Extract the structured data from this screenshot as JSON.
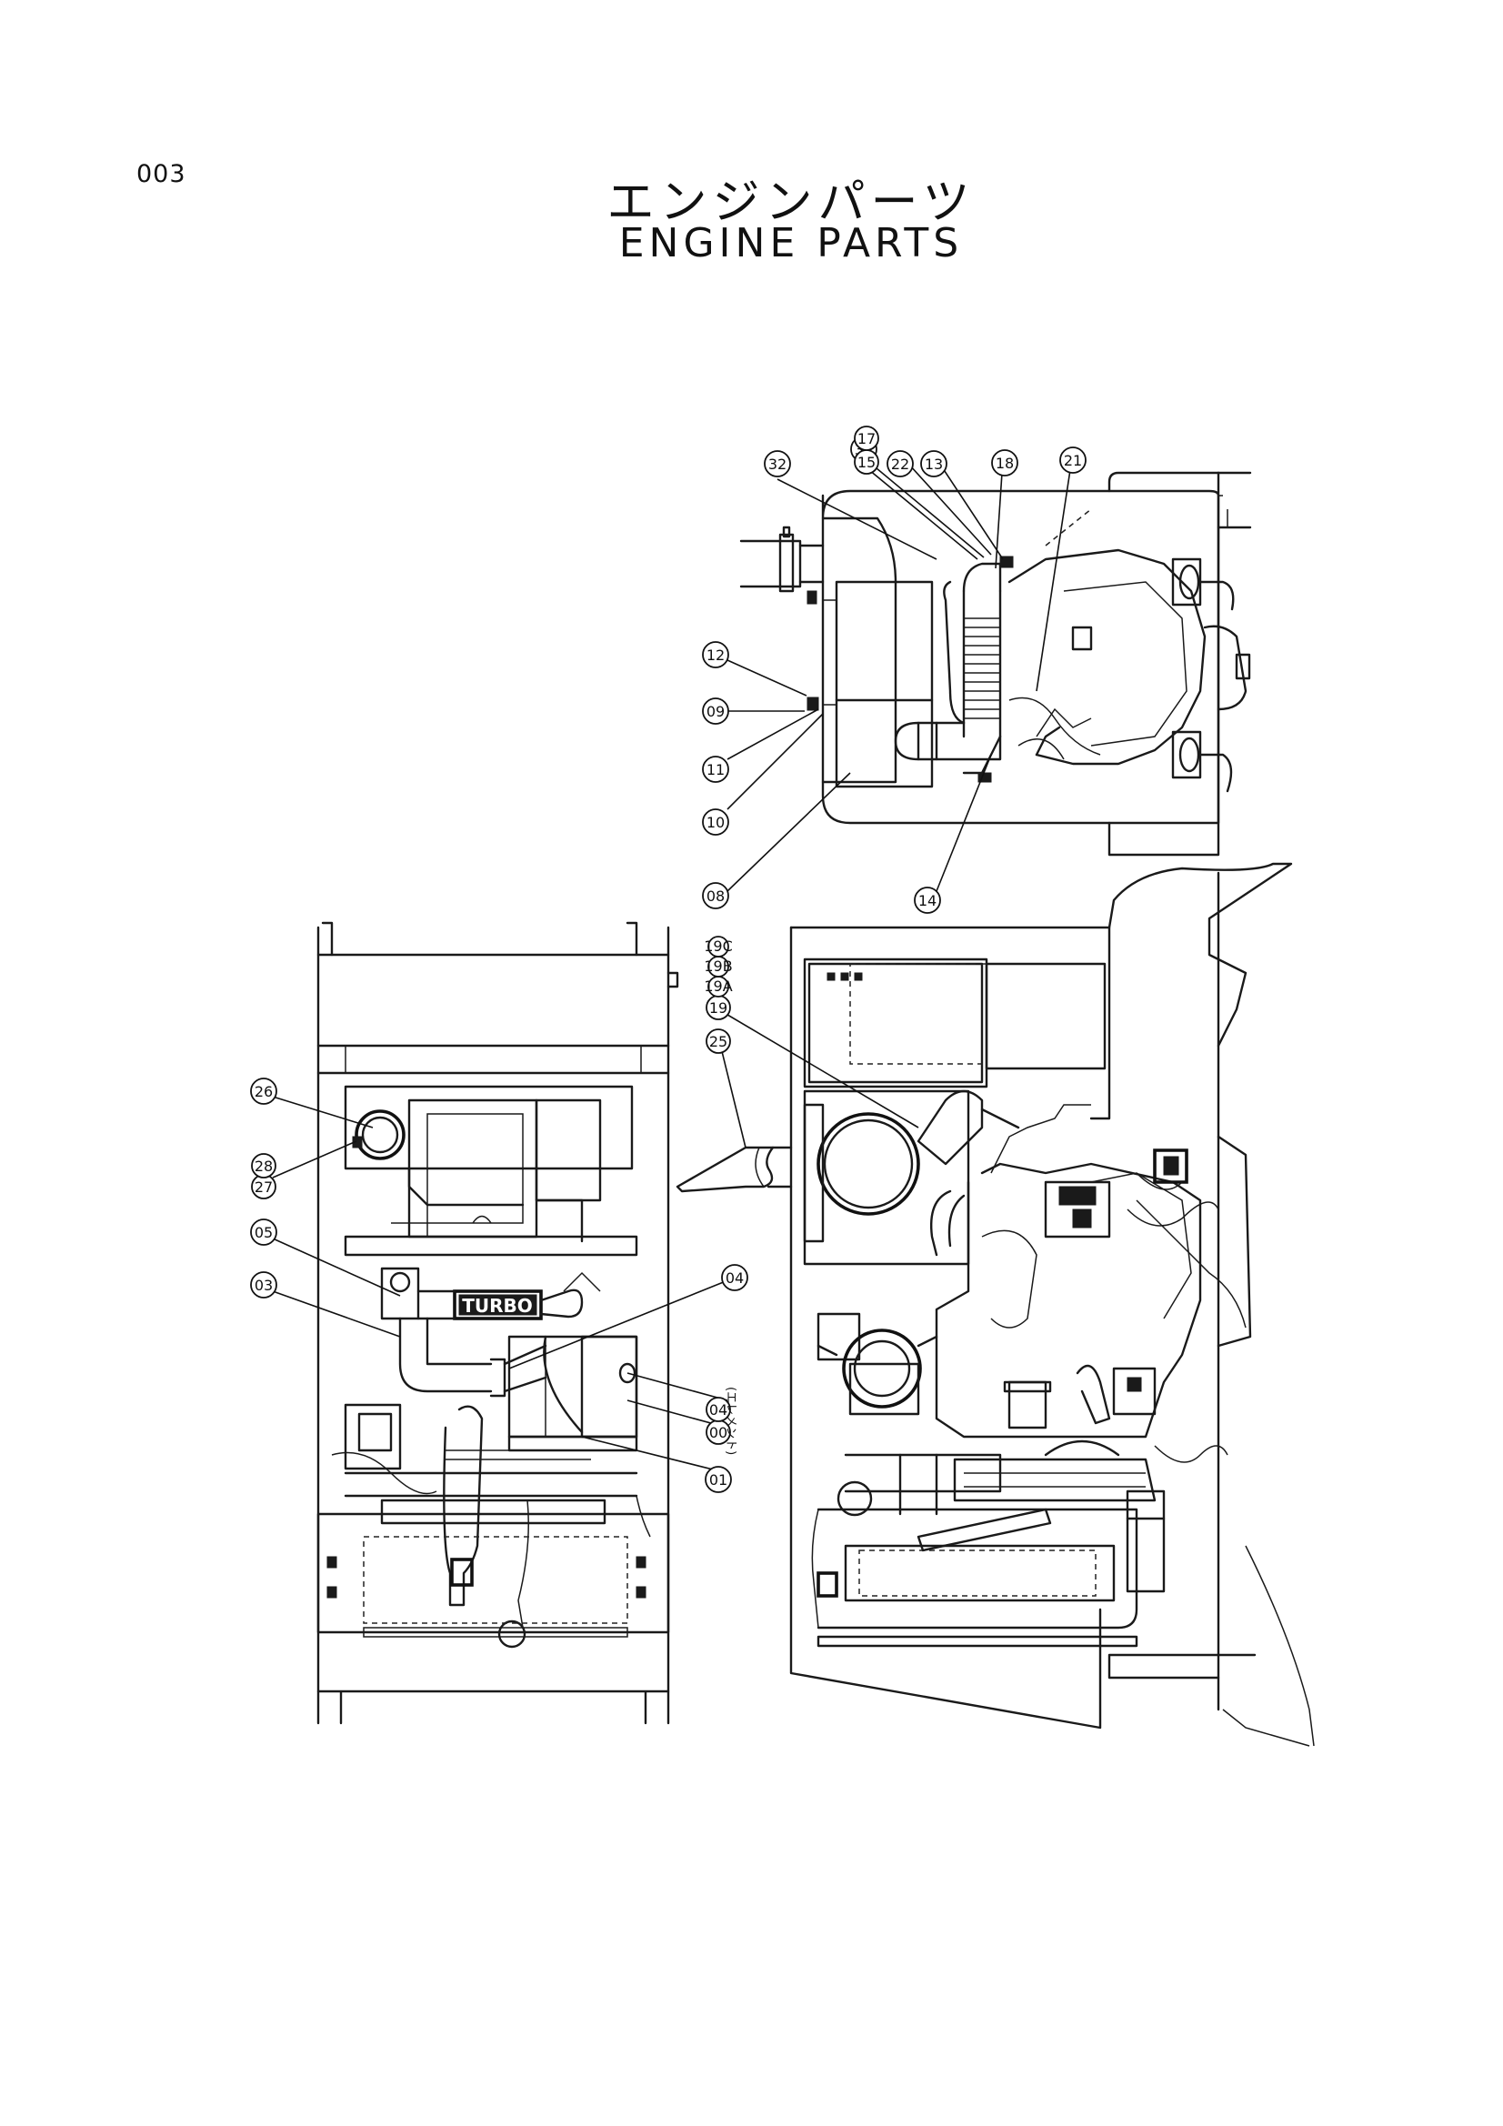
{
  "page": {
    "number": "003",
    "title_ja": "エンジンパーツ",
    "title_en": "ENGINE PARTS"
  },
  "diagram": {
    "turbo_label": "TURBO",
    "element_note": "(エレメント)",
    "callouts": {
      "top_view": [
        "32",
        "31",
        "15",
        "17",
        "22",
        "13",
        "18",
        "21",
        "12",
        "09",
        "11",
        "10",
        "08",
        "14"
      ],
      "side_view": [
        "19",
        "19A",
        "19B",
        "19C",
        "25"
      ],
      "front_view": [
        "26",
        "27",
        "28",
        "05",
        "03",
        "04",
        "00",
        "04",
        "01"
      ]
    }
  }
}
